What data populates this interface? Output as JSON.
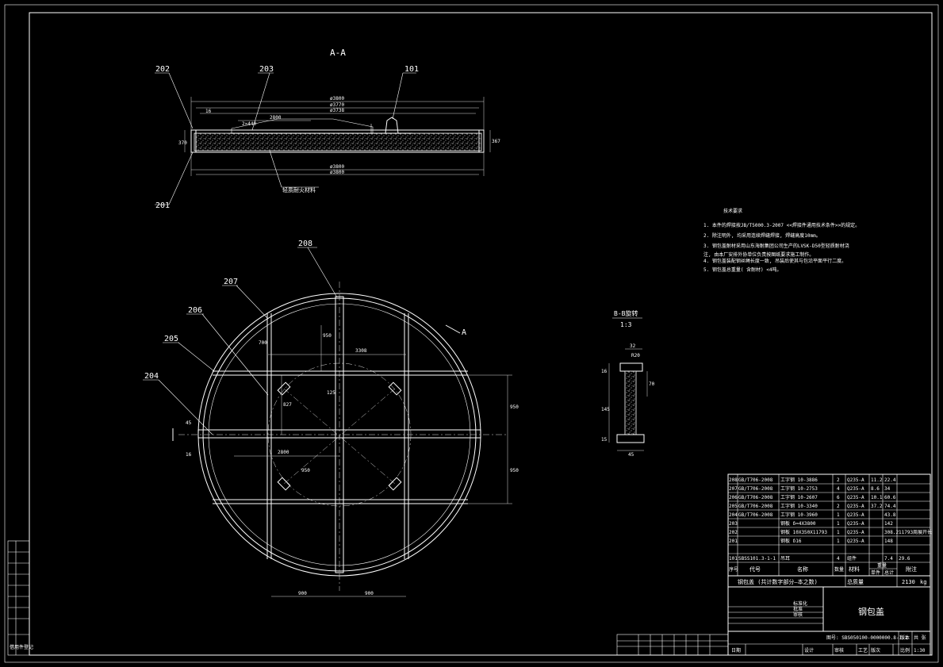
{
  "colors": {
    "background": "#000000",
    "lines": "#ffffff"
  },
  "section_aa": {
    "title": "A-A",
    "labels": [
      "202",
      "203",
      "101",
      "201"
    ],
    "material_note": "轻质耐火材料",
    "dims": [
      "ø3800",
      "ø3770",
      "ø3738",
      "ø3800",
      "ø3800",
      "2800",
      "2×440",
      "16",
      "370",
      "367"
    ]
  },
  "plan_view": {
    "labels": [
      "208",
      "207",
      "206",
      "205",
      "204"
    ],
    "section_marker": "A",
    "dims": [
      "3308",
      "2800",
      "900",
      "900",
      "950",
      "950",
      "700",
      "125",
      "950",
      "950",
      "827",
      "45",
      "16"
    ]
  },
  "section_bb": {
    "title": "B-B旋转",
    "scale": "1:3",
    "dims": [
      "32",
      "16",
      "145",
      "15",
      "45",
      "70",
      "R20"
    ]
  },
  "tech_requirements": {
    "title": "技术要求",
    "items": [
      "1. 本件的焊接按JB/T5000.3-2007 <<焊接件通用技术条件>>的规定。",
      "2. 除注明外, 均采用连续焊缝焊接, 焊缝高度10mm。",
      "3. 钢包盖耐材采用山东海耐集团公司生产的LVSK-D50型轻质耐材浇",
      "   注, 由本厂安排外协单位负责按图纸要求施工制作。",
      "4. 钢包盖装配钢丝绳长度一致, 吊装后使其与包沿平面平行二度。",
      "5. 钢包盖总重量( 含耐材) <4吨。"
    ]
  },
  "bom": {
    "rows": [
      [
        "208",
        "GB/T706-2008",
        "工字钢 10-3886",
        "2",
        "Q235-A",
        "11.2",
        "22.4",
        ""
      ],
      [
        "207",
        "GB/T706-2008",
        "工字钢 10-2753",
        "4",
        "Q235-A",
        "8.6",
        "34",
        ""
      ],
      [
        "206",
        "GB/T706-2008",
        "工字钢 10-2607",
        "6",
        "Q235-A",
        "10.1",
        "60.6",
        ""
      ],
      [
        "205",
        "GB/T706-2008",
        "工字钢 10-3340",
        "2",
        "Q235-A",
        "37.2",
        "74.4",
        ""
      ],
      [
        "204",
        "GB/T706-2008",
        "工字钢 10-3960",
        "1",
        "Q235-A",
        "",
        "43.8",
        ""
      ],
      [
        "203",
        "",
        "钢板 δ=4X3800",
        "1",
        "Q235-A",
        "",
        "142",
        ""
      ],
      [
        "202",
        "",
        "钢板 10X350X11793",
        "1",
        "Q235-A",
        "",
        "308.2",
        "11793周展开长"
      ],
      [
        "201",
        "",
        "钢板 δ16",
        "1",
        "Q235-A",
        "",
        "148",
        ""
      ],
      [
        "101",
        "SBSS101.3-1-1",
        "吊耳",
        "4",
        "组件",
        "",
        "7.4",
        "29.6"
      ]
    ],
    "header": [
      "序号",
      "代号",
      "名称",
      "数量",
      "材料",
      "单件",
      "总计",
      "附注"
    ],
    "header_weight": "重量",
    "footer_left": "钢包盖 (共计数字部分—本之数)",
    "total_weight_label": "总质量",
    "total_weight": "2130",
    "total_unit": "kg"
  },
  "title_block": {
    "drawing_name": "钢包盖",
    "drawing_number": "图号: SBS050100-0000000.8-1-1",
    "version_label": "版本",
    "sheet_label": "共 张",
    "scale_label": "比例",
    "scale_value": "1:30",
    "left_labels": [
      "标准化",
      "批准",
      "审核"
    ],
    "bottom_labels": [
      "日期",
      "设计",
      "审核",
      "工艺",
      "版次"
    ]
  },
  "left_strip": {
    "label": "借用件登记"
  }
}
